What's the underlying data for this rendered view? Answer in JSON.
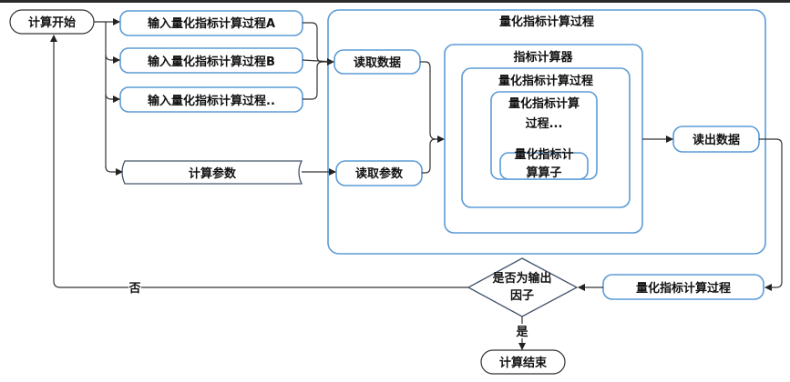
{
  "diagram": {
    "start": "计算开始",
    "end": "计算结束",
    "inputs": [
      "输入量化指标计算过程A",
      "输入量化指标计算过程B",
      "输入量化指标计算过程.."
    ],
    "params": "计算参数",
    "outer_group": "量化指标计算过程",
    "read_data": "读取数据",
    "read_params": "读取参数",
    "calculator": "指标计算器",
    "inner_process": "量化指标计算过程",
    "inner_process_sub_line1": "量化指标计算",
    "inner_process_sub_line2": "过程...",
    "operator_line1": "量化指标计",
    "operator_line2": "算算子",
    "read_out": "读出数据",
    "result_process": "量化指标计算过程",
    "decision_line1": "是否为输出",
    "decision_line2": "因子",
    "no_label": "否",
    "yes_label": "是"
  },
  "colors": {
    "node_border": "#5b9bd5",
    "connector": "#333333"
  }
}
